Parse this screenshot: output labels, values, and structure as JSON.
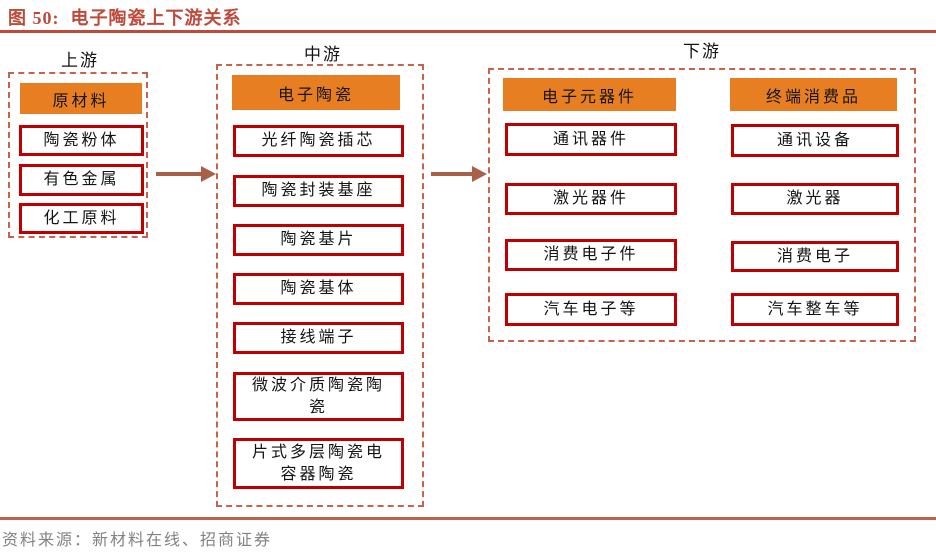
{
  "figure": {
    "title": "图 50:  电子陶瓷上下游关系",
    "source_note": "资料来源：新材料在线、招商证券"
  },
  "colors": {
    "title_red": "#BE4A3C",
    "group_dashed_border": "#C5634C",
    "item_box_border": "#C00000",
    "header_fill_orange": "#E87E22",
    "arrow_brown": "#A86048",
    "bottom_rule": "#C0604D",
    "source_gray": "#828282"
  },
  "sections": [
    {
      "label": "上游",
      "header": "原材料",
      "items": [
        "陶瓷粉体",
        "有色金属",
        "化工原料"
      ]
    },
    {
      "label": "中游",
      "header": "电子陶瓷",
      "items": [
        "光纤陶瓷插芯",
        "陶瓷封装基座",
        "陶瓷基片",
        "陶瓷基体",
        "接线端子",
        "微波介质陶瓷陶\n瓷",
        "片式多层陶瓷电\n容器陶瓷"
      ]
    },
    {
      "label": "下游",
      "columns": [
        {
          "header": "电子元器件",
          "items": [
            "通讯器件",
            "激光器件",
            "消费电子件",
            "汽车电子等"
          ]
        },
        {
          "header": "终端消费品",
          "items": [
            "通讯设备",
            "激光器",
            "消费电子",
            "汽车整车等"
          ]
        }
      ]
    }
  ]
}
